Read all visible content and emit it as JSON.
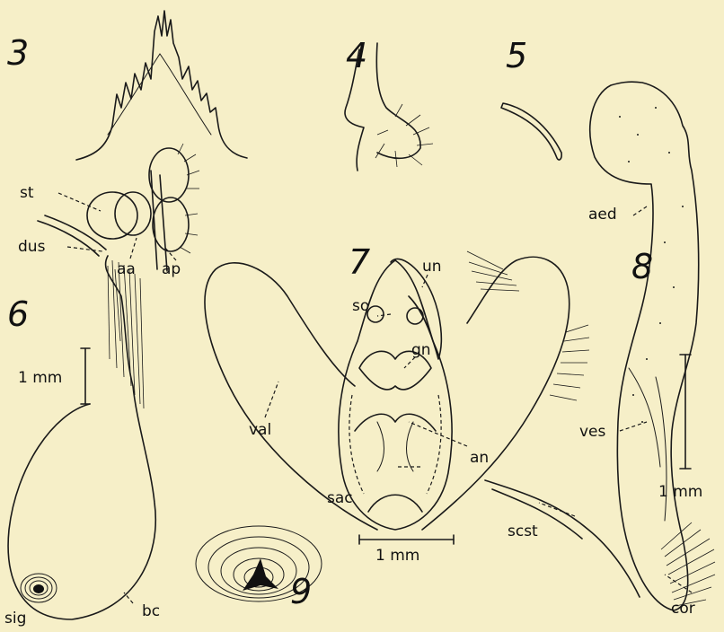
{
  "figures": {
    "fig3": "3",
    "fig4": "4",
    "fig5": "5",
    "fig6": "6",
    "fig7": "7",
    "fig8": "8",
    "fig9": "9"
  },
  "labels": {
    "st": "st",
    "dus": "dus",
    "aa": "aa",
    "ap": "ap",
    "un": "un",
    "so": "so",
    "gn": "gn",
    "val": "val",
    "an": "an",
    "sac": "sac",
    "aed": "aed",
    "ves": "ves",
    "scst": "scst",
    "cor": "cor",
    "sig": "sig",
    "bc": "bc"
  },
  "scales": {
    "fig6": "1 mm",
    "fig7": "1 mm",
    "fig8": "1 mm"
  },
  "colors": {
    "paper": "#f6efc8",
    "ink": "#1a1a1a"
  }
}
